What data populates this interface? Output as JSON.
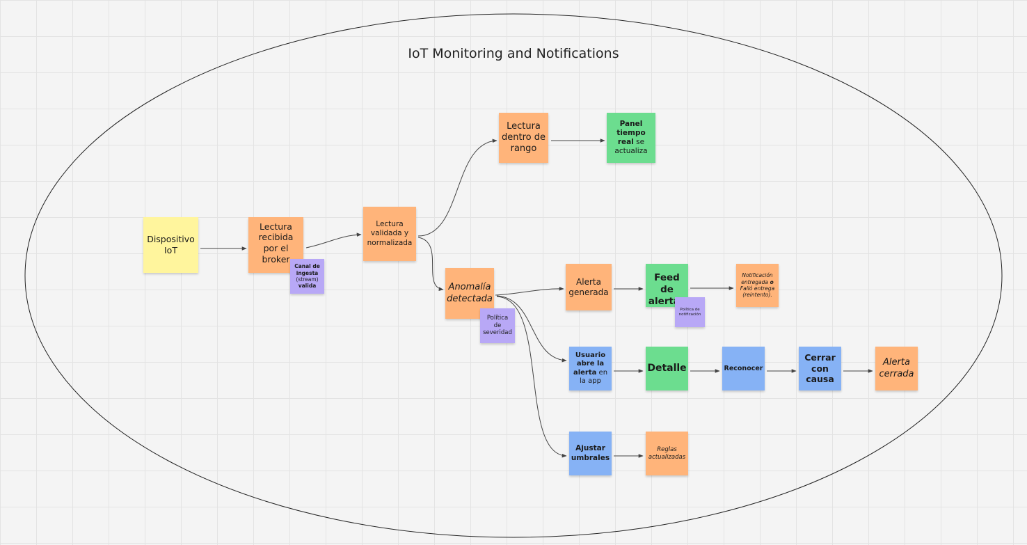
{
  "board": {
    "title": "IoT Monitoring and Notifications"
  },
  "notes": {
    "device": "Dispositivo IoT",
    "reading_received": "Lectura recibida por el broker",
    "ingest_channel_bold": "Canal de ingesta",
    "ingest_channel_normal": " (stream) ",
    "ingest_channel_bold2": "valida",
    "reading_validated": "Lectura validada y normalizada",
    "reading_in_range": "Lectura dentro de rango",
    "realtime_panel_bold": "Panel tiempo real",
    "realtime_panel_normal": " se actualiza",
    "anomaly_detected": "Anomalía detectada",
    "severity_policy": "Política de severidad",
    "alert_generated": "Alerta generada",
    "alert_feed": "Feed de alertas",
    "notification_policy": "Política de notificación",
    "notification_delivered_1": "Notificación entregada",
    "notification_delivered_2": " o ",
    "notification_delivered_3": "Falló entrega (reintento).",
    "user_opens_bold": "Usuario abre la alerta",
    "user_opens_normal": " en la app",
    "detail": "Detalle",
    "acknowledge": "Reconocer",
    "close_with_cause": "Cerrar con causa",
    "alert_closed": "Alerta cerrada",
    "adjust_thresholds": "Ajustar umbrales",
    "rules_updated": "Reglas actualizadas"
  },
  "colors": {
    "yellow": "#fff59d",
    "orange": "#ffb47a",
    "green": "#6cdd8f",
    "blue": "#86b2f5",
    "purple": "#b8a8f6",
    "connector": "#444444"
  }
}
